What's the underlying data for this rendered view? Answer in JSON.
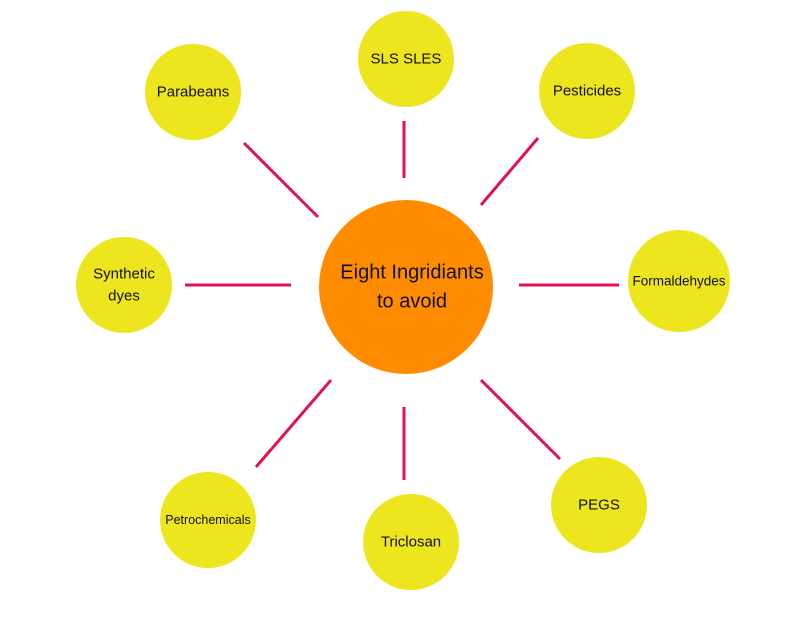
{
  "center": {
    "lines": [
      "Eight Ingridiants",
      "to avoid"
    ]
  },
  "items": [
    {
      "id": "sls-sles",
      "lines": [
        "SLS SLES"
      ]
    },
    {
      "id": "pesticides",
      "lines": [
        "Pesticides"
      ]
    },
    {
      "id": "formaldehydes",
      "lines": [
        "Formaldehydes"
      ]
    },
    {
      "id": "pegs",
      "lines": [
        "PEGS"
      ]
    },
    {
      "id": "triclosan",
      "lines": [
        "Triclosan"
      ]
    },
    {
      "id": "petrochemicals",
      "lines": [
        "Petrochemicals"
      ]
    },
    {
      "id": "synthetic-dyes",
      "lines": [
        "Synthetic",
        "dyes"
      ]
    },
    {
      "id": "parabens",
      "lines": [
        "Parabeans"
      ]
    }
  ],
  "colors": {
    "center_fill": "#ff8c00",
    "item_fill": "#ede61e",
    "connector": "#e0134d"
  }
}
